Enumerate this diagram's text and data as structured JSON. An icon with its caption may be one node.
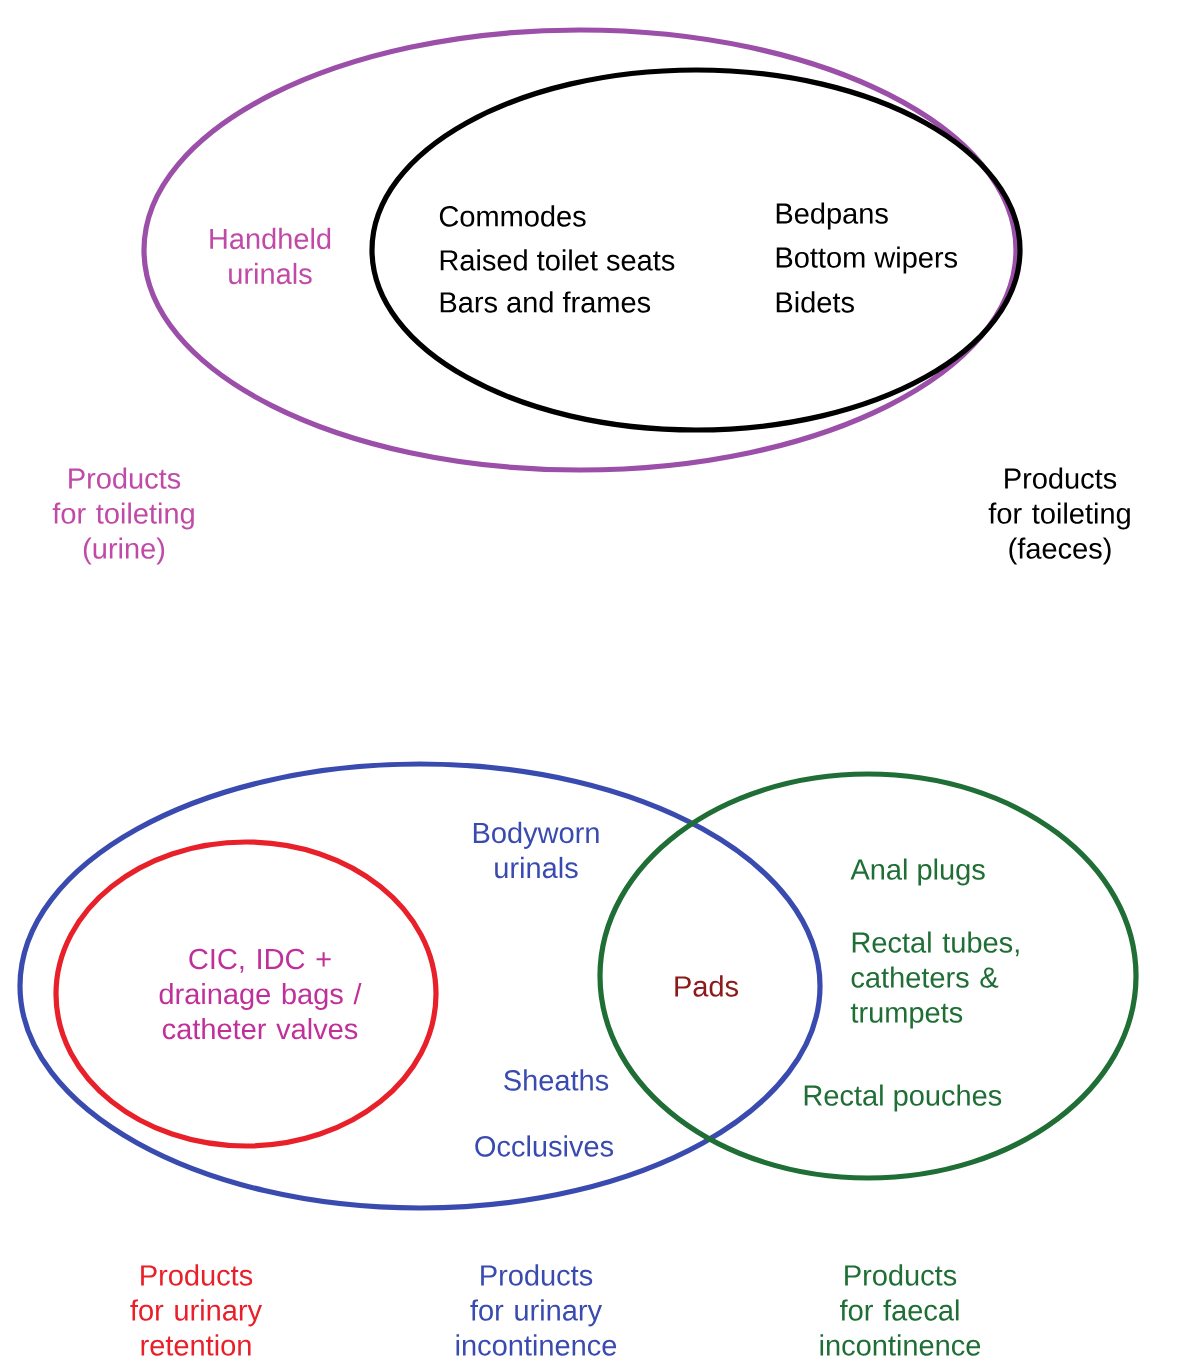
{
  "diagram": {
    "nodes": [
      {
        "text": [
          "Handheld urinals"
        ]
      },
      {
        "text": [
          "Commodes",
          "Raised toilet seats",
          "Bars and frames",
          "Bedpans",
          "Bottom wipers",
          "Bidets"
        ],
        "in": 0
      },
      {
        "text": [
          "Bodyworn urinals",
          "Sheaths",
          "Occlusives"
        ]
      },
      {
        "text": [
          "CIC, IDC + drainage bags / catheter valves"
        ],
        "in": 2
      },
      {
        "text": [
          "Anal plugs",
          "Rectal tubes, catheters & trumpets",
          "Rectal pouches"
        ]
      }
    ],
    "labels": [
      "Products for toileting (urine)",
      "Products for toileting (faeces)",
      "Pads",
      "Products for urinary retention",
      "Products for urinary incontinence",
      "Products for faecal incontinence"
    ]
  }
}
